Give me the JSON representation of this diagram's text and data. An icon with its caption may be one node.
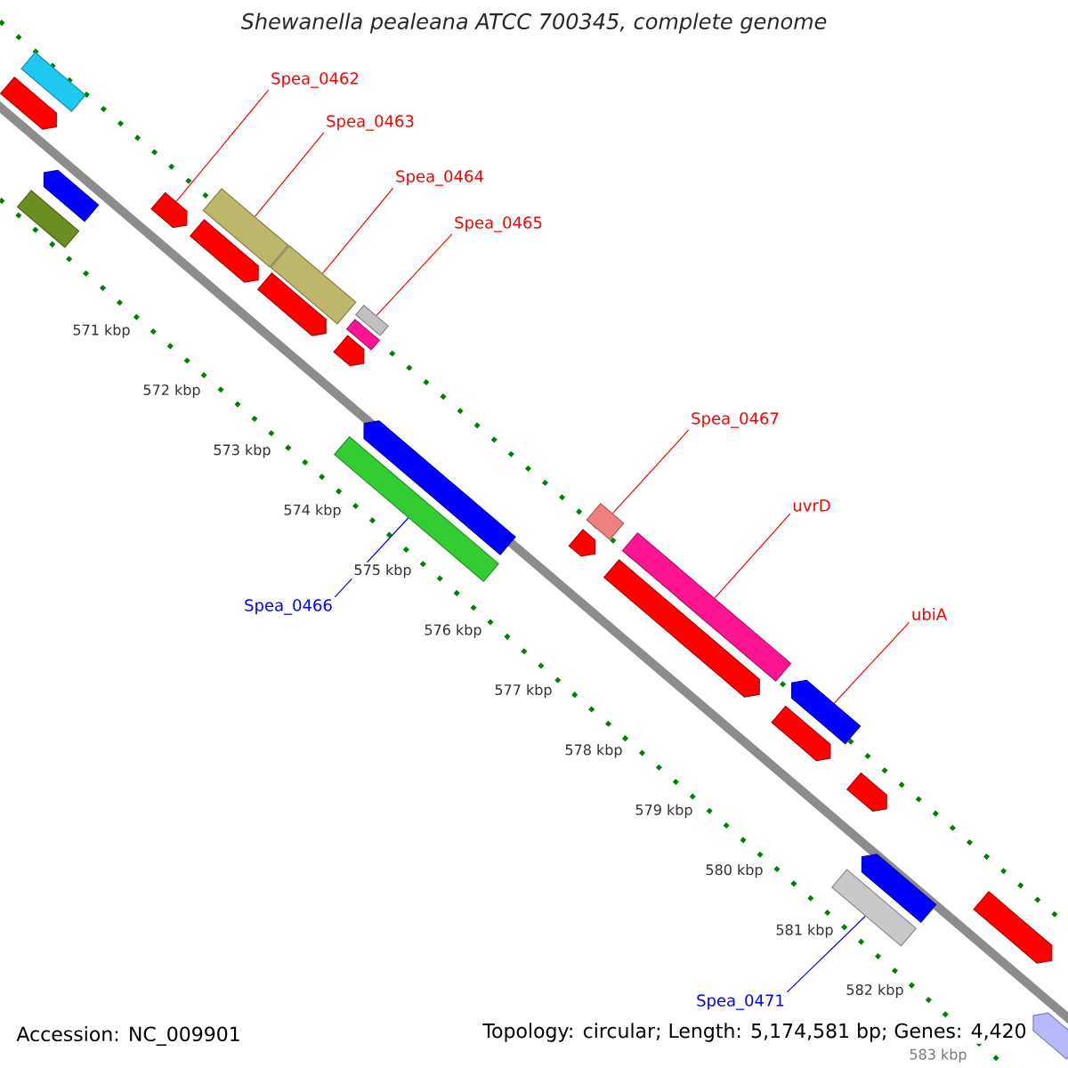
{
  "diagram": {
    "title": "Shewanella pealeana ATCC 700345, complete genome",
    "nodes": [
      {
        "text": [],
        "shape": "bar"
      },
      {
        "text": [],
        "shape": "arrow"
      },
      {
        "text": [],
        "shape": "arrow"
      },
      {
        "text": [],
        "shape": "bar"
      },
      {
        "text": [],
        "shape": "arrow"
      },
      {
        "text": [],
        "shape": "arrow"
      },
      {
        "text": [],
        "shape": "bar"
      },
      {
        "text": [],
        "shape": "bar"
      },
      {
        "text": [],
        "shape": "arrow"
      },
      {
        "text": [],
        "shape": "bar"
      },
      {
        "text": [],
        "shape": "bar"
      },
      {
        "text": [],
        "shape": "arrow"
      },
      {
        "text": [],
        "shape": "arrow"
      },
      {
        "text": [],
        "shape": "bar"
      },
      {
        "text": [],
        "shape": "bar"
      },
      {
        "text": [],
        "shape": "arrow"
      },
      {
        "text": [],
        "shape": "bar"
      },
      {
        "text": [],
        "shape": "arrow"
      },
      {
        "text": [],
        "shape": "arrow"
      },
      {
        "text": [],
        "shape": "arrow"
      },
      {
        "text": [],
        "shape": "arrow"
      },
      {
        "text": [],
        "shape": "arrow"
      },
      {
        "text": [],
        "shape": "bar"
      },
      {
        "text": [],
        "shape": "arrow"
      },
      {
        "text": [],
        "shape": "arrow"
      },
      {
        "text": [
          "Spea_0462"
        ]
      },
      {
        "text": [
          "Spea_0463"
        ]
      },
      {
        "text": [
          "Spea_0464"
        ]
      },
      {
        "text": [
          "Spea_0465"
        ]
      },
      {
        "text": [
          "Spea_0466"
        ]
      },
      {
        "text": [
          "Spea_0467"
        ]
      },
      {
        "text": [
          "uvrD"
        ]
      },
      {
        "text": [
          "ubiA"
        ]
      },
      {
        "text": [
          "Spea_0471"
        ]
      }
    ],
    "edges": [
      {
        "from": 25,
        "to": 4,
        "arrow": "none"
      },
      {
        "from": 26,
        "to": 6,
        "arrow": "none"
      },
      {
        "from": 27,
        "to": 7,
        "arrow": "none"
      },
      {
        "from": 28,
        "to": 9,
        "arrow": "none"
      },
      {
        "from": 29,
        "to": 13,
        "arrow": "none",
        "color": "#0000ff"
      },
      {
        "from": 30,
        "to": 14,
        "arrow": "none"
      },
      {
        "from": 31,
        "to": 16,
        "arrow": "none"
      },
      {
        "from": 32,
        "to": 18,
        "arrow": "none"
      },
      {
        "from": 33,
        "to": 22,
        "arrow": "none",
        "color": "#0000ff"
      }
    ],
    "labels": [
      "571 kbp",
      "572 kbp",
      "573 kbp",
      "574 kbp",
      "575 kbp",
      "576 kbp",
      "577 kbp",
      "578 kbp",
      "579 kbp",
      "580 kbp",
      "581 kbp",
      "582 kbp",
      "583 kbp",
      "Accession: NC_009901",
      "Topology: circular; Length: 5,174,581 bp; Genes: 4,420"
    ]
  }
}
